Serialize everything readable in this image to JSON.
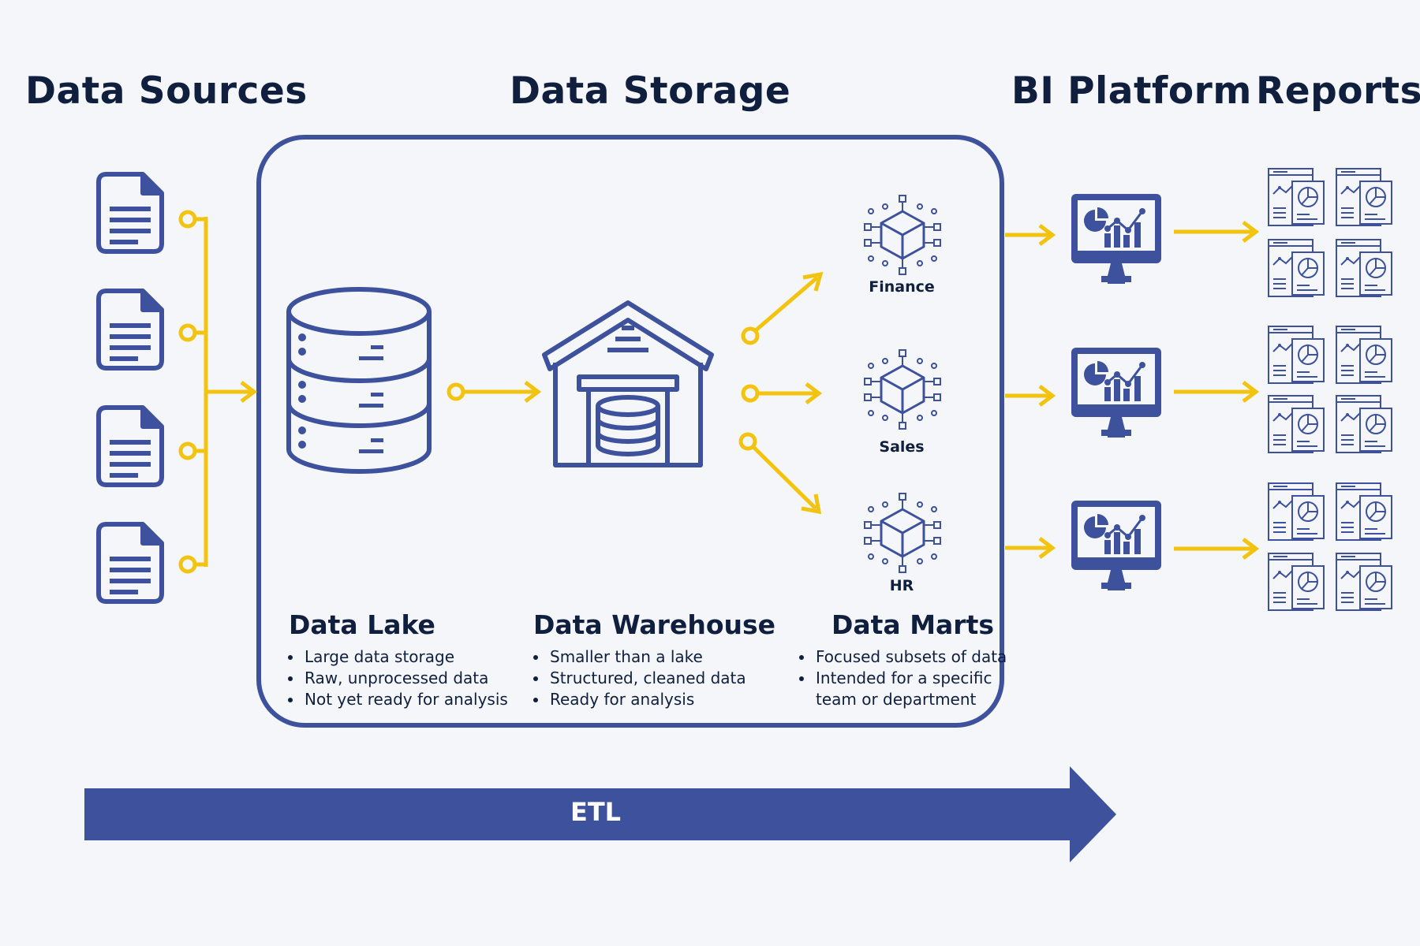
{
  "headers": {
    "sources": "Data Sources",
    "storage": "Data Storage",
    "bi": "BI Platform",
    "reports": "Reports"
  },
  "data_lake": {
    "title": "Data Lake",
    "bullets": [
      "Large data storage",
      "Raw, unprocessed data",
      "Not yet ready for analysis"
    ]
  },
  "data_warehouse": {
    "title": "Data Warehouse",
    "bullets": [
      "Smaller than a lake",
      "Structured, cleaned data",
      "Ready for analysis"
    ]
  },
  "data_marts": {
    "title": "Data Marts",
    "bullets": [
      "Focused subsets of data",
      "Intended for a specific team or department"
    ],
    "items": [
      "Finance",
      "Sales",
      "HR"
    ]
  },
  "etl_label": "ETL",
  "colors": {
    "primary_blue": "#3d519c",
    "connector_yellow": "#f2c40f",
    "text_dark": "#0f1f3d",
    "background": "#f4f6fa"
  },
  "icons": {
    "source": "document-icon",
    "lake": "database-cylinder-icon",
    "warehouse": "warehouse-icon",
    "mart": "cube-network-icon",
    "bi": "monitor-dashboard-icon",
    "report": "report-document-icon"
  }
}
